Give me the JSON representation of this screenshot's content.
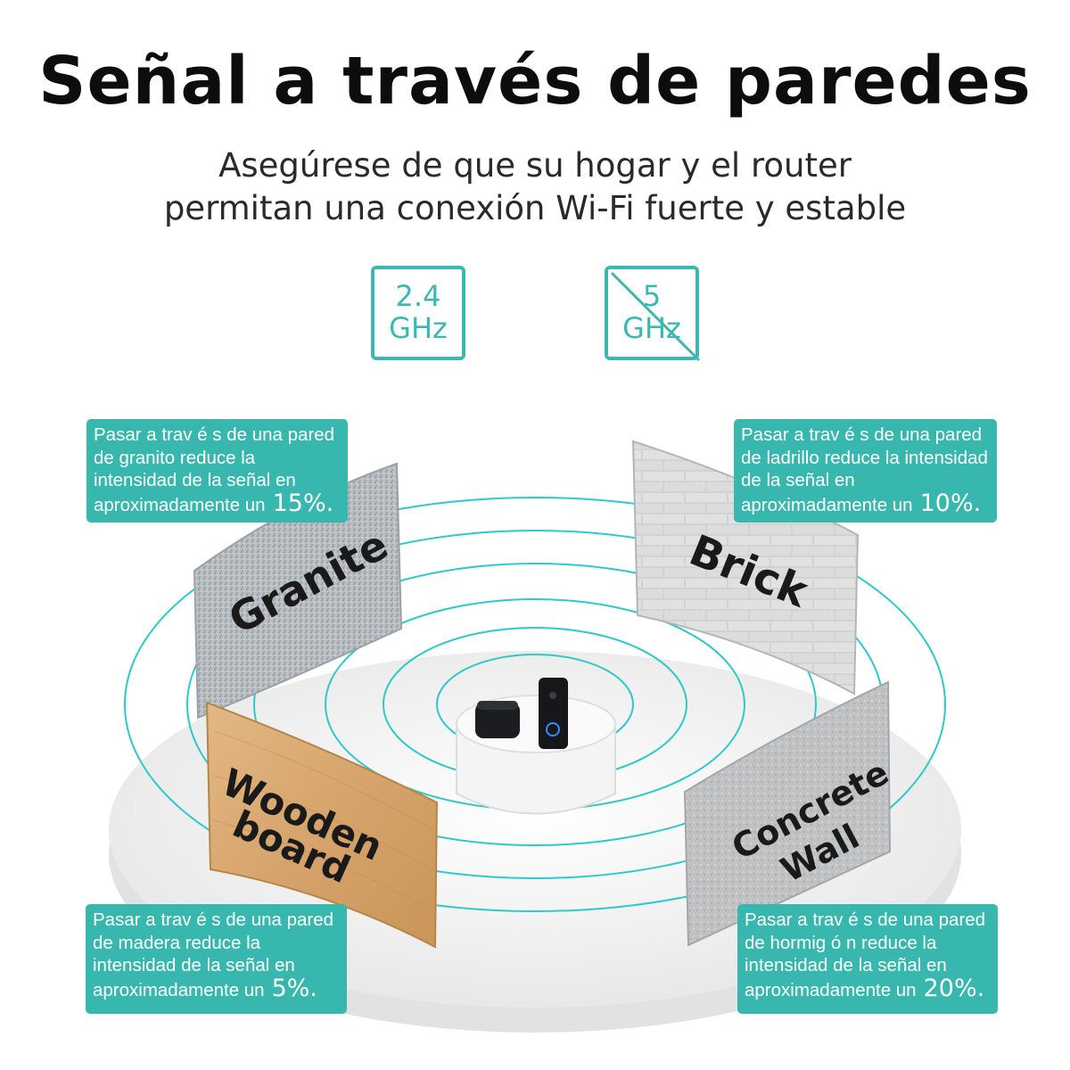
{
  "header": {
    "title": "Señal a través de paredes",
    "subtitle_line1": "Asegúrese de que su hogar y el router",
    "subtitle_line2": "permitan una conexión Wi-Fi fuerte y estable"
  },
  "bands": {
    "supported": {
      "line1": "2.4",
      "line2": "GHz"
    },
    "unsupported": {
      "line1": "5",
      "line2": "GHz"
    }
  },
  "walls": {
    "granite": {
      "label": "Granite",
      "text": "Pasar a trav é s de una pared de granito reduce la intensidad de la señal en aproximadamente un",
      "percent": "15%."
    },
    "brick": {
      "label": "Brick",
      "text": "Pasar a trav é s de una pared de ladrillo reduce la intensidad de la señal en aproximadamente un",
      "percent": "10%."
    },
    "wood": {
      "label_line1": "Wooden",
      "label_line2": "board",
      "text": "Pasar a trav é s de una pared de madera reduce la intensidad de la señal en aproximadamente un",
      "percent": "5%."
    },
    "concrete": {
      "label_line1": "Concrete",
      "label_line2": "Wall",
      "text": "Pasar a trav é s de una pared de hormig ó n reduce la intensidad de la señal en aproximadamente un",
      "percent": "20%."
    }
  },
  "colors": {
    "accent": "#3db8b0",
    "card": "#38b7ae",
    "wave": "#2fc9c9"
  }
}
